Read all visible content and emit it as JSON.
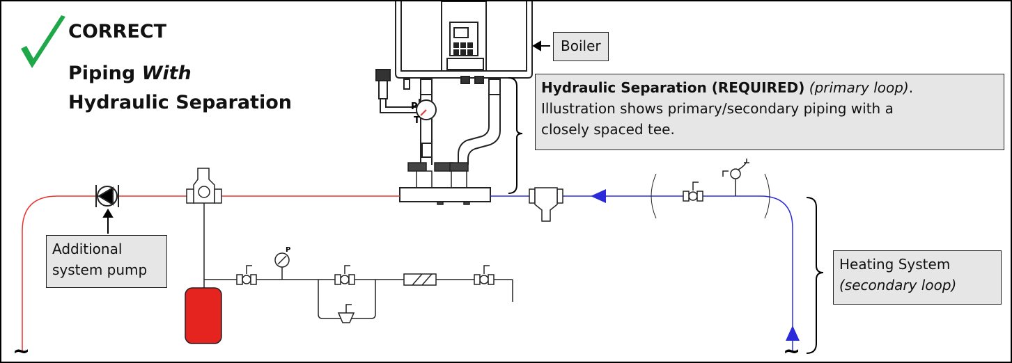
{
  "check_icon": "check-icon",
  "title": {
    "line1": "CORRECT",
    "line2_prefix": "Piping ",
    "line2_italic": "With",
    "line3": "Hydraulic Separation"
  },
  "labels": {
    "boiler": "Boiler",
    "hydraulic_bold": "Hydraulic Separation (REQUIRED)",
    "hydraulic_italic": "(primary loop)",
    "hydraulic_period": ".",
    "hydraulic_line2": "Illustration shows primary/secondary piping with a",
    "hydraulic_line3": "closely spaced tee.",
    "pump_line1": "Additional",
    "pump_line2": "system pump",
    "heating_line1": "Heating System",
    "heating_line2": "(secondary loop)",
    "gauge_p": "P",
    "pt_p": "P",
    "pt_t": "T",
    "break_left": "~",
    "break_right": "~"
  },
  "colors": {
    "supply": "#e8342f",
    "return": "#2b2bd9",
    "check": "#1ea84a",
    "tank": "#e52420"
  }
}
